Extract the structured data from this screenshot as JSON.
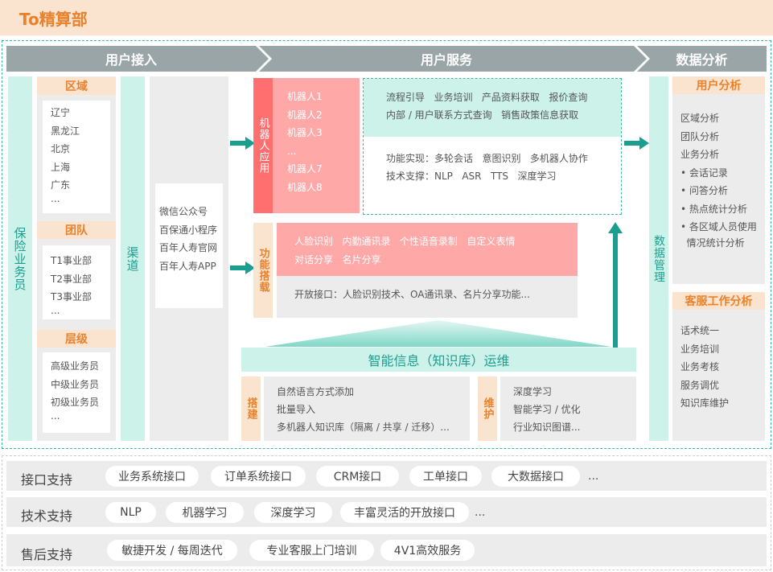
{
  "header": {
    "title": "To精算部"
  },
  "stages": {
    "access": "用户接入",
    "service": "用户服务",
    "analysis": "数据分析"
  },
  "agent": {
    "label": "保险业务员"
  },
  "region": {
    "title": "区域",
    "items": [
      "辽宁",
      "黑龙江",
      "北京",
      "上海",
      "广东",
      "..."
    ]
  },
  "team": {
    "title": "团队",
    "items": [
      "T1事业部",
      "T2事业部",
      "T3事业部",
      "..."
    ]
  },
  "level": {
    "title": "层级",
    "items": [
      "高级业务员",
      "中级业务员",
      "初级业务员",
      "..."
    ]
  },
  "channel": {
    "label": "渠道",
    "items": [
      "微信公众号",
      "百保通小程序",
      "百年人寿官网",
      "百年人寿APP"
    ]
  },
  "robot": {
    "label": "机器人应用",
    "items": [
      "机器人1",
      "机器人2",
      "机器人3",
      "...",
      "机器人7",
      "机器人8"
    ],
    "top_lines": [
      "流程引导   业务培训   产品资料获取   报价查询",
      "内部 / 用户联系方式查询   销售政策信息获取"
    ],
    "bottom_lines": [
      "功能实现：多轮会话   意图识别   多机器人协作",
      "技术支撑：NLP   ASR   TTS   深度学习"
    ]
  },
  "feature": {
    "label": "功能搭载",
    "top_lines": [
      "人脸识别   内勤通讯录   个性语音录制   自定义表情",
      "对话分享   名片分享"
    ],
    "bottom_line": "开放接口：人脸识别技术、OA通讯录、名片分享功能..."
  },
  "knowledge": {
    "title": "智能信息（知识库）运维"
  },
  "build": {
    "label": "搭建",
    "items": [
      "自然语言方式添加",
      "批量导入",
      "多机器人知识库（隔离 / 共享 / 迁移）..."
    ]
  },
  "maintain": {
    "label": "维护",
    "items": [
      "深度学习",
      "智能学习 / 优化",
      "行业知识图谱..."
    ]
  },
  "data_mgmt": {
    "label": "数据管理"
  },
  "user_analysis": {
    "title": "用户分析",
    "items": [
      "区域分析",
      "团队分析",
      "业务分析",
      "• 会话记录",
      "• 问答分析",
      "• 热点统计分析",
      "• 各区域人员使用",
      "  情况统计分析"
    ]
  },
  "cs_analysis": {
    "title": "客服工作分析",
    "items": [
      "话术统一",
      "业务培训",
      "业务考核",
      "服务调优",
      "知识库维护"
    ]
  },
  "support": {
    "interface": {
      "label": "接口支持",
      "pills": [
        "业务系统接口",
        "订单系统接口",
        "CRM接口",
        "工单接口",
        "大数据接口"
      ],
      "more": "..."
    },
    "tech": {
      "label": "技术支持",
      "pills": [
        "NLP",
        "机器学习",
        "深度学习",
        "丰富灵活的开放接口"
      ],
      "more": "..."
    },
    "after": {
      "label": "售后支持",
      "pills": [
        "敏捷开发 / 每周迭代",
        "专业客服上门培训",
        "4V1高效服务"
      ]
    }
  },
  "colors": {
    "orange": "#e8822d",
    "teal": "#1a9e8f",
    "mint": "#cdf2ea",
    "salmon": "#ffa8a8",
    "red": "#ff6f6f",
    "gray_bar": "#9aa5a8",
    "beige": "#fbe4cf"
  }
}
